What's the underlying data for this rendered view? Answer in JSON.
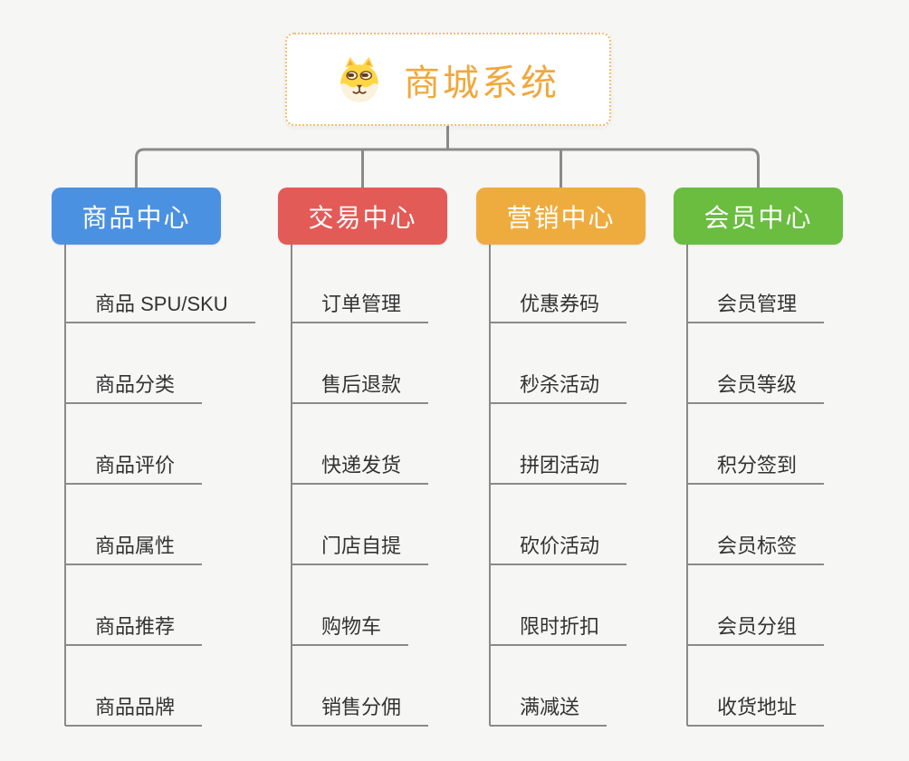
{
  "canvas": {
    "background": "#f6f6f5",
    "line_color": "#8a8a8a",
    "child_text_color": "#333333"
  },
  "root": {
    "title": "商城系统",
    "icon": "dog-face-icon",
    "text_color": "#f0a83c",
    "border_color": "#f3be6c"
  },
  "branches": [
    {
      "label": "商品中心",
      "color": "#4b91e2",
      "children": [
        "商品 SPU/SKU",
        "商品分类",
        "商品评价",
        "商品属性",
        "商品推荐",
        "商品品牌"
      ]
    },
    {
      "label": "交易中心",
      "color": "#e35b56",
      "children": [
        "订单管理",
        "售后退款",
        "快递发货",
        "门店自提",
        "购物车",
        "销售分佣"
      ]
    },
    {
      "label": "营销中心",
      "color": "#efac3e",
      "children": [
        "优惠券码",
        "秒杀活动",
        "拼团活动",
        "砍价活动",
        "限时折扣",
        "满减送"
      ]
    },
    {
      "label": "会员中心",
      "color": "#6abd3f",
      "children": [
        "会员管理",
        "会员等级",
        "积分签到",
        "会员标签",
        "会员分组",
        "收货地址"
      ]
    }
  ]
}
